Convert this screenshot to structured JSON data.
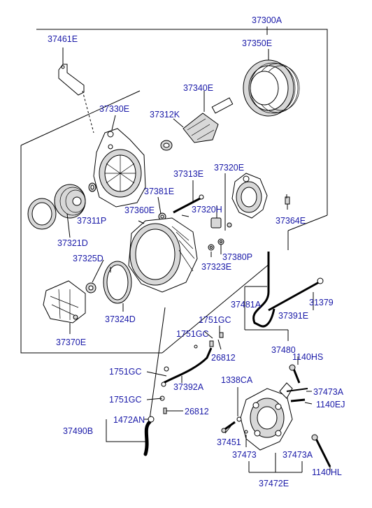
{
  "labels": {
    "p37300A": "37300A",
    "p37350E": "37350E",
    "p37461E": "37461E",
    "p37340E": "37340E",
    "p37330E": "37330E",
    "p37312K": "37312K",
    "p37313E": "37313E",
    "p37320E": "37320E",
    "p37381E": "37381E",
    "p37311P": "37311P",
    "p37360E": "37360E",
    "p37320H": "37320H",
    "p37364E": "37364E",
    "p37321D": "37321D",
    "p37325D": "37325D",
    "p37380P": "37380P",
    "p37323E": "37323E",
    "p37481A": "37481A",
    "p31379": "31379",
    "p37391E": "37391E",
    "p37324D": "37324D",
    "p1751GC_a": "1751GC",
    "p1751GC_b": "1751GC",
    "p37370E": "37370E",
    "p26812_a": "26812",
    "p37480": "37480",
    "p1140HS": "1140HS",
    "p1751GC_c": "1751GC",
    "p37392A": "37392A",
    "p1338CA": "1338CA",
    "p37473A_a": "37473A",
    "p1751GC_d": "1751GC",
    "p1140EJ": "1140EJ",
    "p26812_b": "26812",
    "p37490B": "37490B",
    "p1472AN": "1472AN",
    "p37451": "37451",
    "p37473": "37473",
    "p37473A_b": "37473A",
    "p1140HL": "1140HL",
    "p37472E": "37472E"
  }
}
